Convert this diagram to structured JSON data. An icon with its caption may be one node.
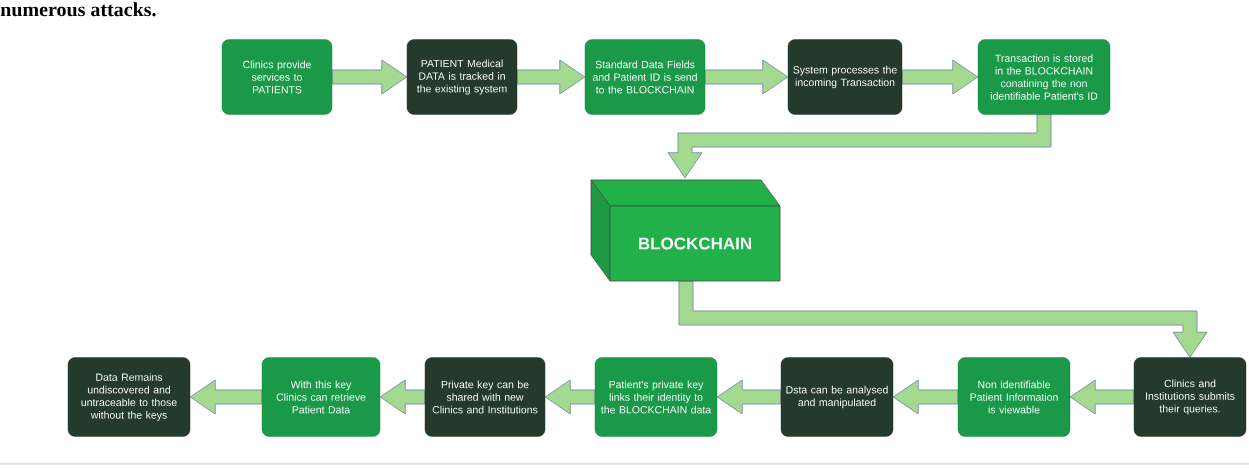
{
  "diagram": {
    "nodes": [
      {
        "text": [
          "Clinics provide services to PATIENTS"
        ]
      },
      {
        "text": [
          "PATIENT Medical DATA is tracked  in the existing system"
        ]
      },
      {
        "text": [
          "Standard Data Fields and Patient ID is send to the BLOCKCHAIN"
        ]
      },
      {
        "text": [
          "System processes the incoming Transaction"
        ]
      },
      {
        "text": [
          "Transaction is stored in the BLOCKCHAIN conatining the non identifiable Patient's ID"
        ]
      },
      {
        "text": [
          "BLOCKCHAIN"
        ]
      },
      {
        "text": [
          "Clinics and Institutions submits their queries."
        ]
      },
      {
        "text": [
          "Non identifiable Patient Information is viewable"
        ]
      },
      {
        "text": [
          "Dsta can be analysed and manipulated"
        ]
      },
      {
        "text": [
          "Patient's private key links their identity to the BLOCKCHAIN data"
        ]
      },
      {
        "text": [
          "Private key can be shared with new Clinics and Institutions"
        ]
      },
      {
        "text": [
          "With this key Clinics can retrieve Patient Data"
        ]
      },
      {
        "text": [
          "Data Remains undiscovered and untraceable to those without the keys"
        ]
      }
    ],
    "edges": [
      {
        "from": 0,
        "to": 1,
        "arrow": "to"
      },
      {
        "from": 1,
        "to": 2,
        "arrow": "to"
      },
      {
        "from": 2,
        "to": 3,
        "arrow": "to"
      },
      {
        "from": 3,
        "to": 4,
        "arrow": "to"
      },
      {
        "from": 4,
        "to": 5,
        "arrow": "to"
      },
      {
        "from": 5,
        "to": 6,
        "arrow": "to"
      },
      {
        "from": 6,
        "to": 7,
        "arrow": "to"
      },
      {
        "from": 7,
        "to": 8,
        "arrow": "to"
      },
      {
        "from": 8,
        "to": 9,
        "arrow": "to"
      },
      {
        "from": 9,
        "to": 10,
        "arrow": "to"
      },
      {
        "from": 10,
        "to": 11,
        "arrow": "to"
      },
      {
        "from": 11,
        "to": 12,
        "arrow": "to"
      }
    ],
    "labels": [
      "numerous attacks."
    ]
  }
}
